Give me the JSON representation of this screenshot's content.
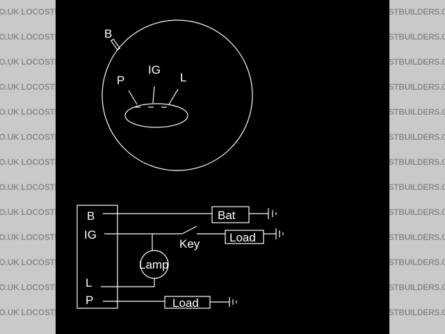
{
  "watermark": "LOCOSTBUILDERS.CO.UK  LOCOSTBUILDERS.CO.UK",
  "top_view": {
    "labels": {
      "b": "B",
      "p": "P",
      "ig": "IG",
      "l": "L"
    }
  },
  "schematic": {
    "terminals": [
      "B",
      "IG",
      "L",
      "P"
    ],
    "battery_label": "Bat",
    "load_ig_label": "Load",
    "load_p_label": "Load",
    "key_label": "Key",
    "lamp_label": "Lamp"
  },
  "colors": {
    "background": "#000000",
    "lines": "#ffffff",
    "watermark_panel": "#c9c9c9"
  }
}
